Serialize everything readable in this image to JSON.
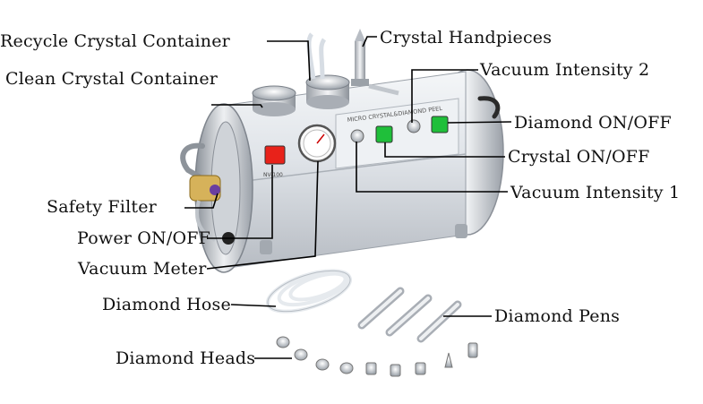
{
  "labels": {
    "recycle_container": "Recycle Crystal Container",
    "clean_container": "Clean Crystal Container",
    "crystal_handpieces": "Crystal Handpieces",
    "vacuum_intensity_2": "Vacuum Intensity 2",
    "diamond_on_off": "Diamond ON/OFF",
    "crystal_on_off": "Crystal ON/OFF",
    "vacuum_intensity_1": "Vacuum Intensity 1",
    "safety_filter": "Safety Filter",
    "power_on_off": "Power ON/OFF",
    "vacuum_meter": "Vacuum Meter",
    "diamond_hose": "Diamond Hose",
    "diamond_pens": "Diamond Pens",
    "diamond_heads": "Diamond Heads"
  },
  "device": {
    "model_text": "NV-100",
    "panel_text": "MICRO CRYSTAL&DIAMOND PEEL"
  },
  "colors": {
    "switch_red": "#e8221a",
    "switch_green": "#1fbf3a",
    "body_silver": "#d9dde2",
    "brass_filter": "#d6b25a"
  }
}
